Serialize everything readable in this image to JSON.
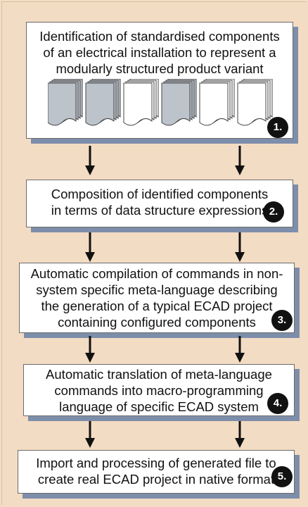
{
  "steps": [
    {
      "text": "Identification of standardised components\nof an electrical installation to represent a\nmodularly structured product variant",
      "number": "1."
    },
    {
      "text": "Composition of identified components\nin terms of data structure expressions",
      "number": "2."
    },
    {
      "text": "Automatic compilation of commands in non-\nsystem specific meta-language describing\nthe generation of a typical ECAD project\ncontaining configured components",
      "number": "3."
    },
    {
      "text": "Automatic translation of meta-language\ncommands into macro-programming\nlanguage of specific ECAD system",
      "number": "4."
    },
    {
      "text": "Import and processing of generated file to\ncreate real ECAD project in native format",
      "number": "5."
    }
  ],
  "colors": {
    "background": "#f3dcc4",
    "box_shadow": "#7d8eab",
    "doc_grey": "#bcc3cb",
    "badge": "#111111"
  }
}
